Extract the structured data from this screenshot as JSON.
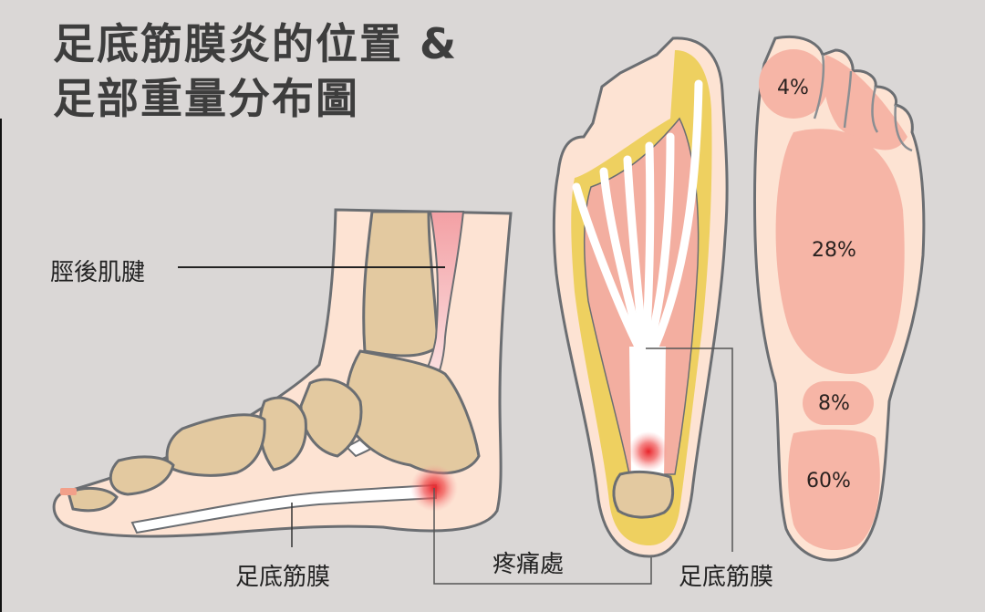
{
  "title": {
    "line1": "足底筋膜炎的位置 &",
    "line2": "足部重量分布圖"
  },
  "labels": {
    "achilles_tendon": "脛後肌腱",
    "plantar_fascia_side": "足底筋膜",
    "pain_point": "疼痛處",
    "plantar_fascia_bottom": "足底筋膜"
  },
  "weight_distribution": {
    "toe": "4%",
    "forefoot": "28%",
    "midfoot": "8%",
    "heel": "60%"
  },
  "colors": {
    "background": "#dad7d6",
    "skin": "#fde3d3",
    "bone": "#e3c9a0",
    "muscle": "#f3aea0",
    "fat_pad": "#eed060",
    "fascia": "#ffffff",
    "pain": "#e8242b",
    "outline": "#6b6e72",
    "weight_zone": "#f6b5a6"
  }
}
